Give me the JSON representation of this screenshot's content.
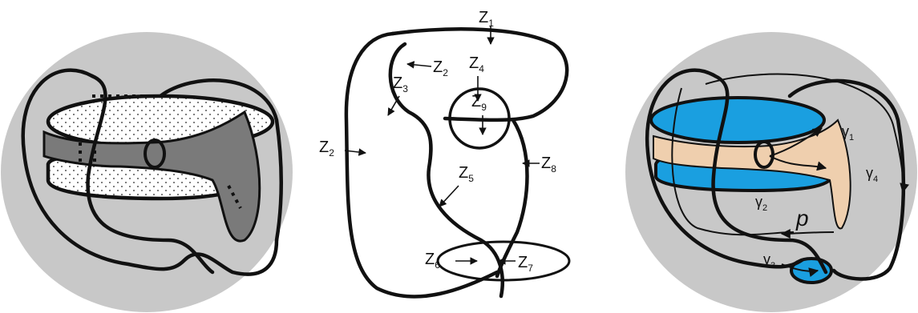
{
  "colors": {
    "disk_fill": "#c8c8c8",
    "band_dark": "#7a7a7a",
    "surface_blue": "#1a9fe0",
    "band_tan": "#efcfae",
    "ink": "#111111"
  },
  "panels": {
    "left": {},
    "middle": {
      "labels": [
        {
          "letter": "Z",
          "sub": "1"
        },
        {
          "letter": "Z",
          "sub": "2"
        },
        {
          "letter": "Z",
          "sub": "3"
        },
        {
          "letter": "Z",
          "sub": "4"
        },
        {
          "letter": "Z",
          "sub": "9"
        },
        {
          "letter": "Z",
          "sub": "2"
        },
        {
          "letter": "Z",
          "sub": "5"
        },
        {
          "letter": "Z",
          "sub": "8"
        },
        {
          "letter": "Z",
          "sub": "6"
        },
        {
          "letter": "Z",
          "sub": "7"
        }
      ]
    },
    "right": {
      "labels": [
        {
          "letter": "γ",
          "sub": "1"
        },
        {
          "letter": "γ",
          "sub": "2"
        },
        {
          "letter": "γ",
          "sub": "3"
        },
        {
          "letter": "γ",
          "sub": "4"
        }
      ],
      "point_label": "p"
    }
  }
}
